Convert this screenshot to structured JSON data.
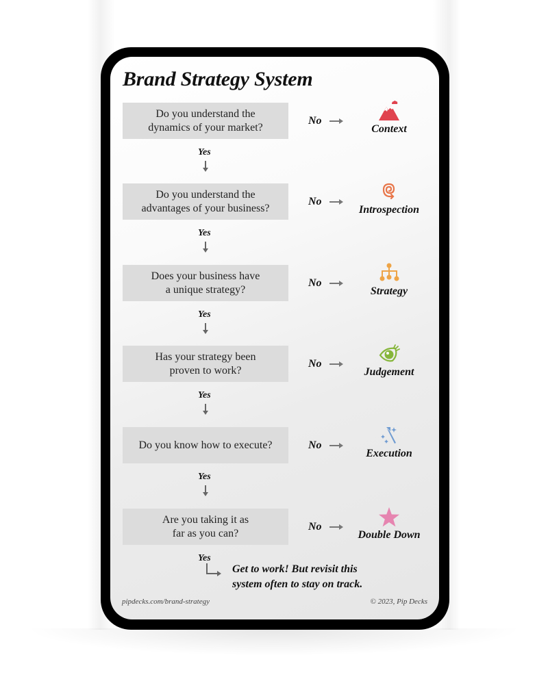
{
  "card": {
    "title": "Brand Strategy System",
    "yes_label": "Yes",
    "no_label": "No",
    "steps": [
      {
        "question": "Do you understand the\ndynamics of your market?",
        "outcome": "Context",
        "icon": "mountain-icon",
        "color": "#e0434f"
      },
      {
        "question": "Do you understand the\nadvantages of your business?",
        "outcome": "Introspection",
        "icon": "spiral-icon",
        "color": "#e8764a"
      },
      {
        "question": "Does your business have\na unique strategy?",
        "outcome": "Strategy",
        "icon": "hierarchy-icon",
        "color": "#eea447"
      },
      {
        "question": "Has your strategy been\nproven to work?",
        "outcome": "Judgement",
        "icon": "eye-icon",
        "color": "#86b63b"
      },
      {
        "question": "Do you know how to execute?",
        "outcome": "Execution",
        "icon": "magic-wand-icon",
        "color": "#6f9bd1"
      },
      {
        "question": "Are you taking it as\nfar as you can?",
        "outcome": "Double Down",
        "icon": "star-icon",
        "color": "#e685b0"
      }
    ],
    "final_message": "Get to work! But revisit this\nsystem often to stay on track.",
    "footer_left": "pipdecks.com/brand-strategy",
    "footer_right": "© 2023, Pip Decks"
  }
}
